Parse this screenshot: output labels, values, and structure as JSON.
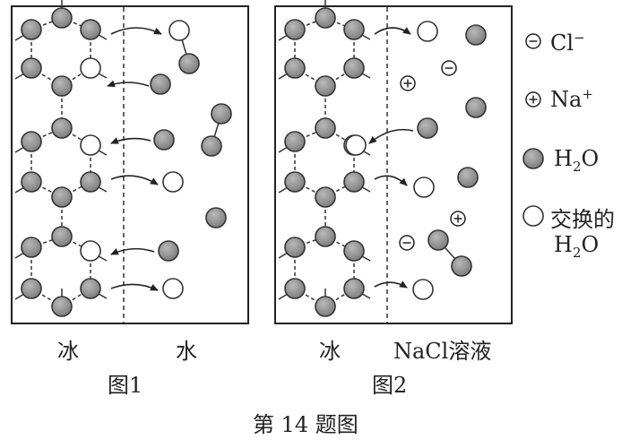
{
  "panel1": {
    "left_label": "冰",
    "right_label": "水",
    "caption": "图1"
  },
  "panel2": {
    "left_label": "冰",
    "right_label": "NaCl溶液",
    "caption": "图2"
  },
  "legend": {
    "cl_label": "Cl",
    "cl_sup": "−",
    "na_label": "Na",
    "na_sup": "+",
    "h2o_label_a": "H",
    "h2o_label_sub": "2",
    "h2o_label_b": "O",
    "exchanged_label_line1": "交换的",
    "exchanged_label_line2_a": "H",
    "exchanged_label_line2_sub": "2",
    "exchanged_label_line2_b": "O"
  },
  "figure_caption": "第 14 题图",
  "colors": {
    "molecule_fill": "#8c8c8c",
    "exchanged_fill": "#ffffff",
    "stroke": "#333333"
  },
  "icons": {
    "chloride": "circle-minus-icon",
    "sodium": "circle-plus-icon",
    "water": "filled-circle-icon",
    "exchanged_water": "hollow-circle-icon"
  }
}
